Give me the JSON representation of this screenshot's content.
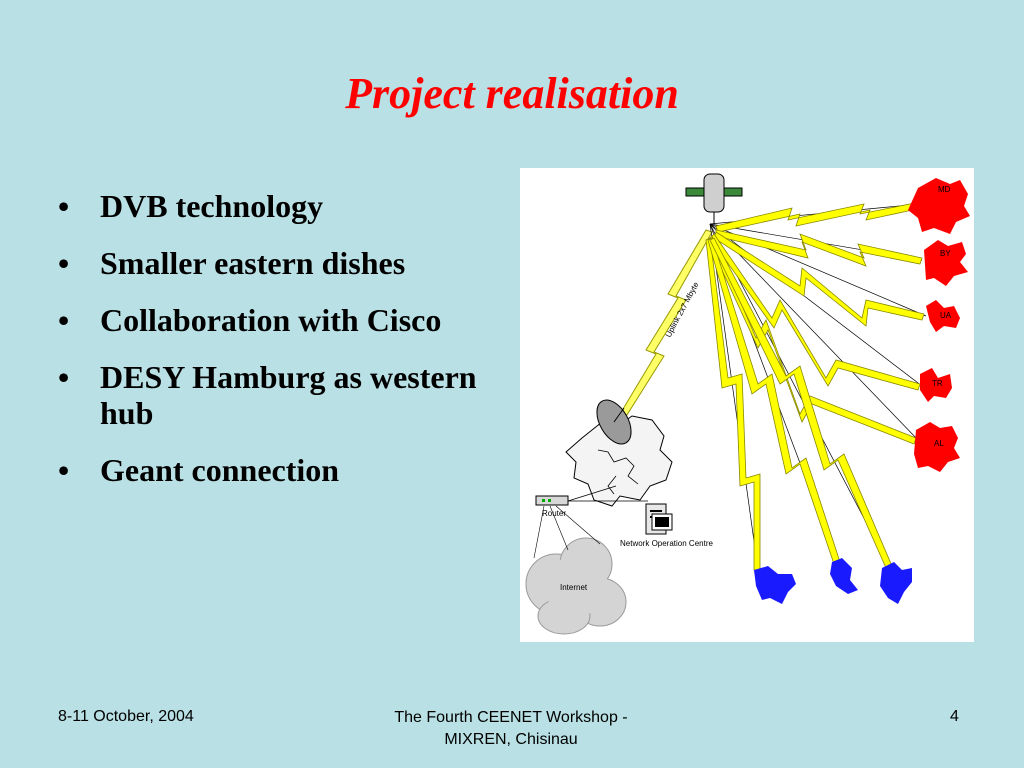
{
  "slide": {
    "title": "Project realisation",
    "bullet_char": "•",
    "bullets": [
      "DVB technology",
      "Smaller eastern dishes",
      "Collaboration with Cisco",
      "DESY Hamburg as western hub",
      "Geant connection"
    ]
  },
  "diagram": {
    "uplink_label": "Uplink 2x7 Mbyte",
    "router_label": "Router",
    "noc_label": "Network Operation Centre",
    "internet_label": "Internet",
    "country_labels": [
      "MD",
      "BY",
      "UA",
      "TR",
      "AL"
    ],
    "colors": {
      "uplink": "#ffff66",
      "downlink": "#ffff00",
      "eastern_country": "#ff0000",
      "western_country": "#1a1aff"
    }
  },
  "footer": {
    "date": "8-11 October, 2004",
    "event_line1": "The Fourth CEENET Workshop -",
    "event_line2": "MIXREN, Chisinau",
    "page_number": "4"
  }
}
